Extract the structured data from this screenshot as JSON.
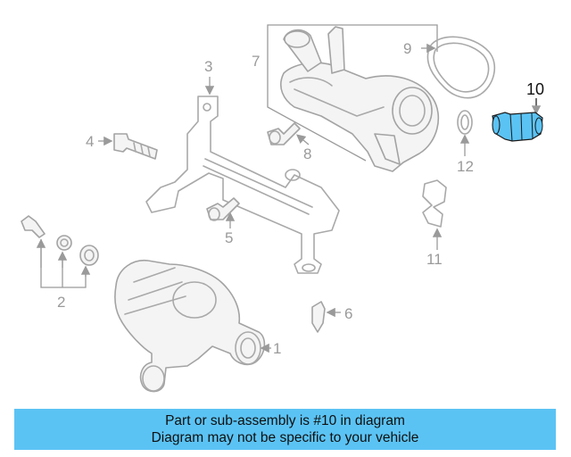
{
  "callouts": {
    "n1": "1",
    "n2": "2",
    "n3": "3",
    "n4": "4",
    "n5": "5",
    "n6": "6",
    "n7": "7",
    "n8": "8",
    "n9": "9",
    "n10": "10",
    "n11": "11",
    "n12": "12"
  },
  "highlight": {
    "part": "10",
    "color": "#5bc3f4"
  },
  "banner": {
    "line1": "Part or sub-assembly is #10 in diagram",
    "line2": "Diagram may not be specific to your vehicle",
    "color": "#5bc3f4"
  }
}
